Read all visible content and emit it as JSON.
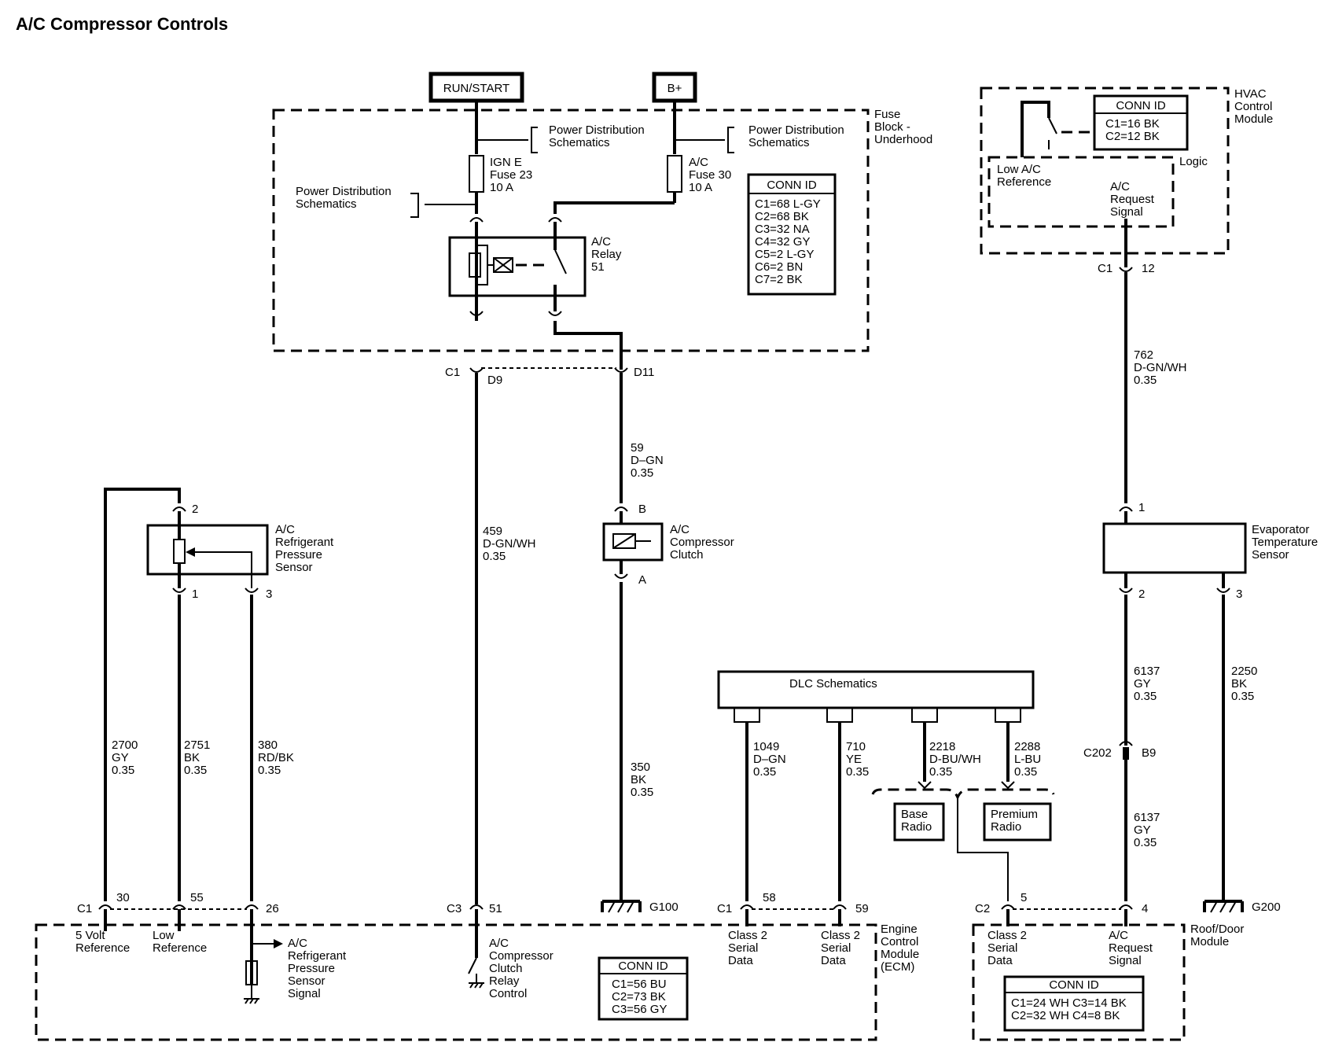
{
  "title": "A/C Compressor Controls",
  "power": {
    "run_start": "RUN/START",
    "b_plus": "B+"
  },
  "fuse_block": {
    "name": [
      "Fuse",
      "Block -",
      "Underhood"
    ],
    "pds_left": [
      "Power Distribution",
      "Schematics"
    ],
    "pds_mid": [
      "Power Distribution",
      "Schematics"
    ],
    "pds_right": [
      "Power Distribution",
      "Schematics"
    ],
    "fuse1": [
      "IGN E",
      "Fuse 23",
      "10 A"
    ],
    "fuse2": [
      "A/C",
      "Fuse 30",
      "10 A"
    ],
    "relay": [
      "A/C",
      "Relay",
      "51"
    ],
    "conn_title": "CONN ID",
    "conn_rows": [
      "C1=68 L-GY",
      "C2=68  BK",
      "C3=32 NA",
      "C4=32 GY",
      "C5=2 L-GY",
      "C6=2 BN",
      "C7=2 BK"
    ],
    "c1": "C1",
    "d9": "D9",
    "d11": "D11"
  },
  "hvac": {
    "name": [
      "HVAC",
      "Control",
      "Module"
    ],
    "conn_title": "CONN ID",
    "conn_rows": [
      "C1=16 BK",
      "C2=12 BK"
    ],
    "logic": "Logic",
    "low_ref": [
      "Low A/C",
      "Reference"
    ],
    "req": [
      "A/C",
      "Request",
      "Signal"
    ],
    "c1": "C1",
    "pin": "12"
  },
  "wires": {
    "w762": [
      "762",
      "D-GN/WH",
      "0.35"
    ],
    "w59": [
      "59",
      "D–GN",
      "0.35"
    ],
    "w459": [
      "459",
      "D-GN/WH",
      "0.35"
    ],
    "w350": [
      "350",
      "BK",
      "0.35"
    ],
    "w2700": [
      "2700",
      "GY",
      "0.35"
    ],
    "w2751": [
      "2751",
      "BK",
      "0.35"
    ],
    "w380": [
      "380",
      "RD/BK",
      "0.35"
    ],
    "w1049": [
      "1049",
      "D–GN",
      "0.35"
    ],
    "w710": [
      "710",
      "YE",
      "0.35"
    ],
    "w2218": [
      "2218",
      "D-BU/WH",
      "0.35"
    ],
    "w2288": [
      "2288",
      "L-BU",
      "0.35"
    ],
    "w6137a": [
      "6137",
      "GY",
      "0.35"
    ],
    "w6137b": [
      "6137",
      "GY",
      "0.35"
    ],
    "w2250": [
      "2250",
      "BK",
      "0.35"
    ]
  },
  "pressure_sensor": {
    "name": [
      "A/C",
      "Refrigerant",
      "Pressure",
      "Sensor"
    ],
    "p1": "1",
    "p2": "2",
    "p3": "3"
  },
  "clutch": {
    "name": [
      "A/C",
      "Compressor",
      "Clutch"
    ],
    "pa": "A",
    "pb": "B"
  },
  "evap": {
    "name": [
      "Evaporator",
      "Temperature",
      "Sensor"
    ],
    "p1": "1",
    "p2": "2",
    "p3": "3"
  },
  "dlc": {
    "name": "DLC Schematics",
    "base": [
      "Base",
      "Radio"
    ],
    "premium": [
      "Premium",
      "Radio"
    ]
  },
  "c202": {
    "name": "C202",
    "pin": "B9"
  },
  "grounds": {
    "g100": "G100",
    "g200": "G200"
  },
  "ecm": {
    "name": [
      "Engine",
      "Control",
      "Module",
      "(ECM)"
    ],
    "c1": "C1",
    "c3": "C3",
    "p30": "30",
    "p55": "55",
    "p26": "26",
    "p51": "51",
    "p58": "58",
    "p59": "59",
    "five_volt": [
      "5 Volt",
      "Reference"
    ],
    "low_ref": [
      "Low",
      "Reference"
    ],
    "press_sig": [
      "A/C",
      "Refrigerant",
      "Pressure",
      "Sensor",
      "Signal"
    ],
    "relay_ctrl": [
      "A/C",
      "Compressor",
      "Clutch",
      "Relay",
      "Control"
    ],
    "class2a": [
      "Class 2",
      "Serial",
      "Data"
    ],
    "class2b": [
      "Class 2",
      "Serial",
      "Data"
    ],
    "conn_title": "CONN ID",
    "conn_rows": [
      "C1=56 BU",
      "C2=73 BK",
      "C3=56 GY"
    ]
  },
  "roof": {
    "name": [
      "Roof/Door",
      "Module"
    ],
    "c2": "C2",
    "p5": "5",
    "p4": "4",
    "class2": [
      "Class 2",
      "Serial",
      "Data"
    ],
    "req": [
      "A/C",
      "Request",
      "Signal"
    ],
    "conn_title": "CONN ID",
    "conn_rows": [
      "C1=24 WH  C3=14 BK",
      "C2=32 WH  C4=8 BK"
    ]
  }
}
